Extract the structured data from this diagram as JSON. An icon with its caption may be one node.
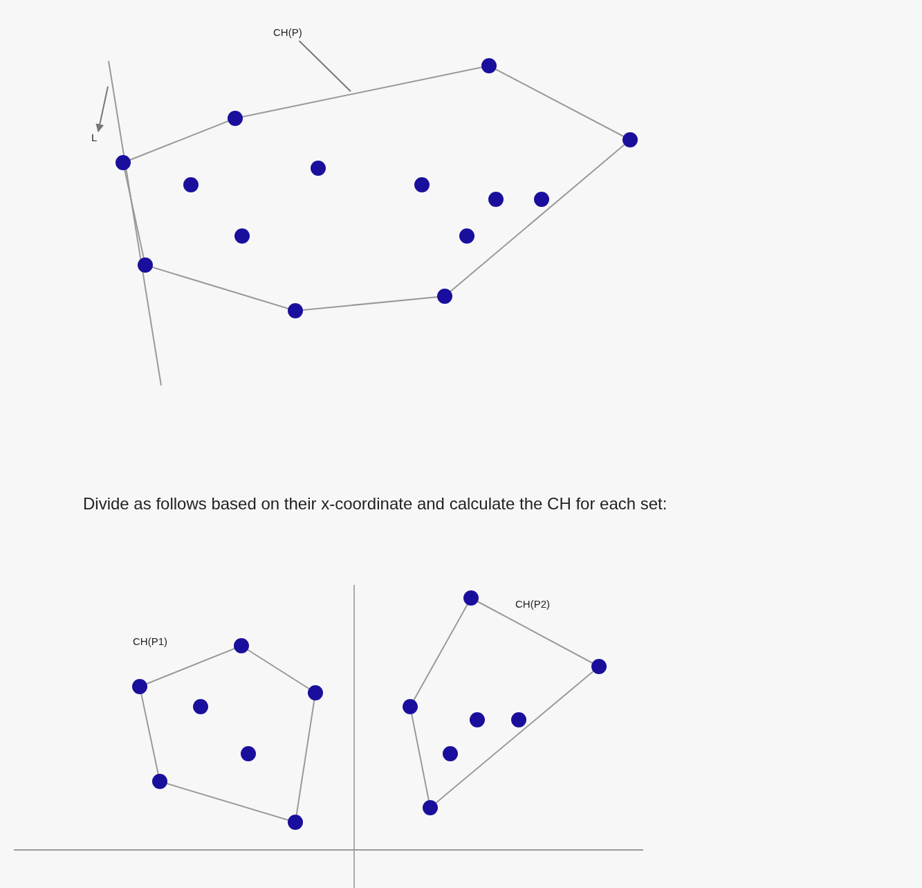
{
  "diagram": {
    "nodes": [
      {
        "text": [
          "CH(P)"
        ]
      },
      {
        "text": [],
        "shape": "polygon"
      }
    ],
    "edges": [
      {
        "from": 0,
        "to": 1,
        "arrow": "none"
      }
    ],
    "labels": [
      "L",
      "Divide as follows based on their x-coordinate and calculate the CH for each set:",
      "CH(P1)",
      "CH(P2)"
    ]
  }
}
